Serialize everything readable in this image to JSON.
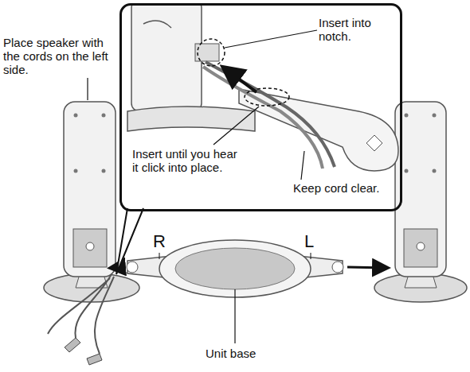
{
  "diagram": {
    "nodes": [
      {
        "text": [
          "Insert into notch.",
          "Insert until you hear it click into place.",
          "Keep cord clear."
        ]
      }
    ],
    "labels": [
      "Place speaker with the cords on the left side.",
      "R",
      "L",
      "Unit base"
    ]
  }
}
